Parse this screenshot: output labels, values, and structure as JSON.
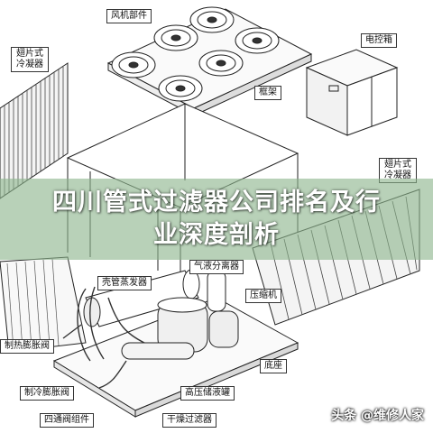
{
  "labels": {
    "fan": "风机部件",
    "fin_cond_left": "翅片式冷凝器",
    "control_box": "电控箱",
    "frame": "框架",
    "fin_cond_right": "翅片式冷凝器",
    "gas_liquid_sep": "气液分离器",
    "shell_tube_evap": "壳管蒸发器",
    "compressor": "压缩机",
    "thermal_exp_valve": "制热膨胀阀",
    "base": "底座",
    "cool_exp_valve": "制冷膨胀阀",
    "hp_receiver": "高压储液罐",
    "four_way_valve": "四通阀组件",
    "dry_filter": "干燥过滤器"
  },
  "banner": {
    "line1": "四川管式过滤器公司排名及行",
    "line2": "业深度剖析"
  },
  "watermark": "头条 @维修人家"
}
